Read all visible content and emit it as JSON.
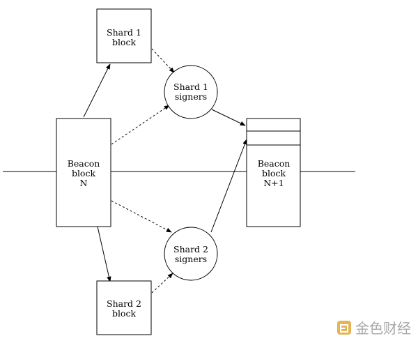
{
  "nodes": {
    "shard1_block": [
      "Shard 1",
      "block"
    ],
    "shard1_signers": [
      "Shard 1",
      "signers"
    ],
    "beacon_n": [
      "Beacon",
      "block",
      "N"
    ],
    "beacon_n1": [
      "Beacon",
      "block",
      "N+1"
    ],
    "shard2_signers": [
      "Shard 2",
      "signers"
    ],
    "shard2_block": [
      "Shard 2",
      "block"
    ]
  },
  "edges": [
    {
      "from": "beacon_n",
      "to": "shard1_block",
      "style": "solid"
    },
    {
      "from": "beacon_n",
      "to": "shard2_block",
      "style": "solid"
    },
    {
      "from": "shard1_block",
      "to": "shard1_signers",
      "style": "dashed"
    },
    {
      "from": "beacon_n",
      "to": "shard1_signers",
      "style": "dashed"
    },
    {
      "from": "beacon_n",
      "to": "shard2_signers",
      "style": "dashed"
    },
    {
      "from": "shard2_block",
      "to": "shard2_signers",
      "style": "dashed"
    },
    {
      "from": "shard1_signers",
      "to": "beacon_n1",
      "style": "solid"
    },
    {
      "from": "shard2_signers",
      "to": "beacon_n1",
      "style": "solid"
    }
  ],
  "watermark": {
    "text": "金色财经",
    "icon": "jinse-logo-icon",
    "color": "#e0a93a"
  }
}
